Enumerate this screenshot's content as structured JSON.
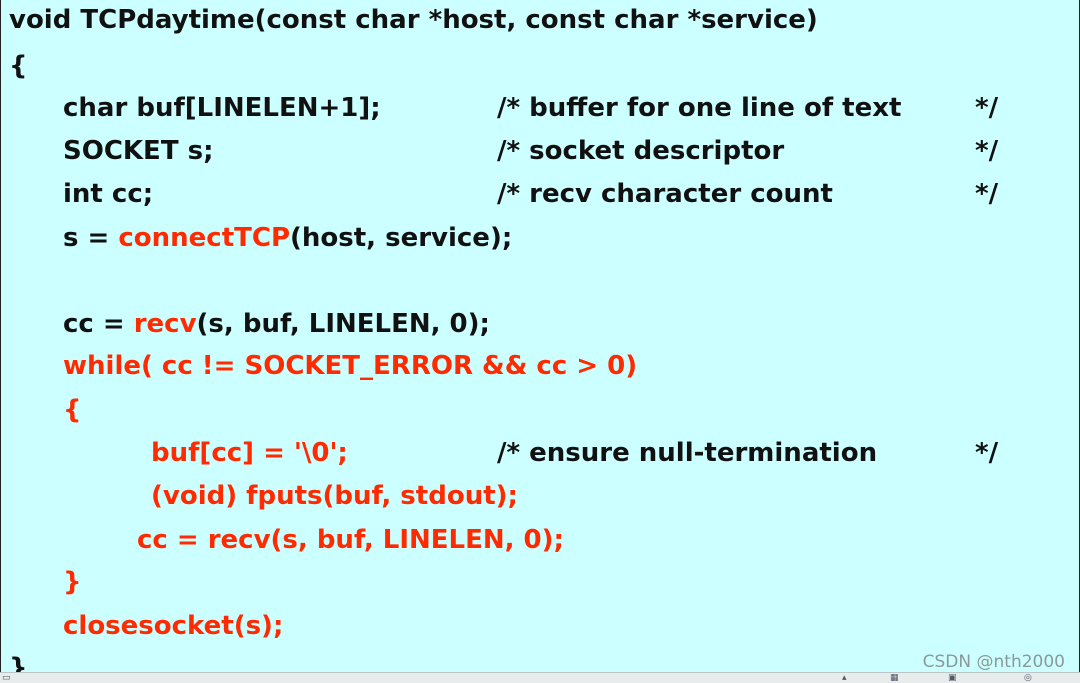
{
  "code": {
    "sig": "void TCPdaytime(const char *host, const char *service)",
    "open_brace": "{",
    "decl_buf": "char buf[LINELEN+1];",
    "comment_buf": "/* buffer for one line of text",
    "decl_sock": "SOCKET s;",
    "comment_sock": "/* socket descriptor",
    "decl_cc": "int cc;",
    "comment_cc": "/* recv character count",
    "comment_end": "*/",
    "s_assign_a": "s = ",
    "s_assign_fn": "connectTCP",
    "s_assign_b": "(host, service);",
    "cc_assign_a": "cc = ",
    "cc_assign_fn": "recv",
    "cc_assign_b": "(s, buf, LINELEN, 0);",
    "while_line": "while( cc != SOCKET_ERROR && cc > 0)",
    "inner_open": "{",
    "null_term": "buf[cc] = '\\0';",
    "comment_null": "/* ensure null-termination",
    "fputs_line": "(void) fputs(buf, stdout);",
    "recv_again": "cc = recv(s, buf, LINELEN, 0);",
    "inner_close": "}",
    "close_sock": "closesocket(s);",
    "close_brace": "}"
  },
  "watermark": "CSDN @nth2000",
  "colors": {
    "background": "#ccffff",
    "highlight": "#ff2a00",
    "text": "#111111"
  }
}
